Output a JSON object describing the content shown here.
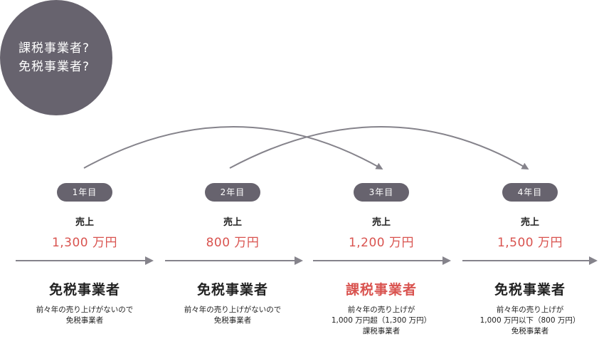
{
  "question": {
    "line1": "課税事業者?",
    "line2": "免税事業者?"
  },
  "colors": {
    "dark": "#67636e",
    "accent": "#d9534f",
    "arrow": "#85838b"
  },
  "years": [
    {
      "label": "1年目",
      "sales_label": "売上",
      "sales_value": "1,300 万円",
      "status": "免税事業者",
      "status_highlight": false,
      "note": [
        "前々年の売り上げがないので",
        "免税事業者",
        ""
      ]
    },
    {
      "label": "2年目",
      "sales_label": "売上",
      "sales_value": "800 万円",
      "status": "免税事業者",
      "status_highlight": false,
      "note": [
        "前々年の売り上げがないので",
        "免税事業者",
        ""
      ]
    },
    {
      "label": "3年目",
      "sales_label": "売上",
      "sales_value": "1,200 万円",
      "status": "課税事業者",
      "status_highlight": true,
      "note": [
        "前々年の売り上げが",
        "1,000 万円超（1,300 万円）",
        "課税事業者"
      ]
    },
    {
      "label": "4年目",
      "sales_label": "売上",
      "sales_value": "1,500 万円",
      "status": "免税事業者",
      "status_highlight": false,
      "note": [
        "前々年の売り上げが",
        "1,000 万円以下（800 万円）",
        "免税事業者"
      ]
    }
  ]
}
